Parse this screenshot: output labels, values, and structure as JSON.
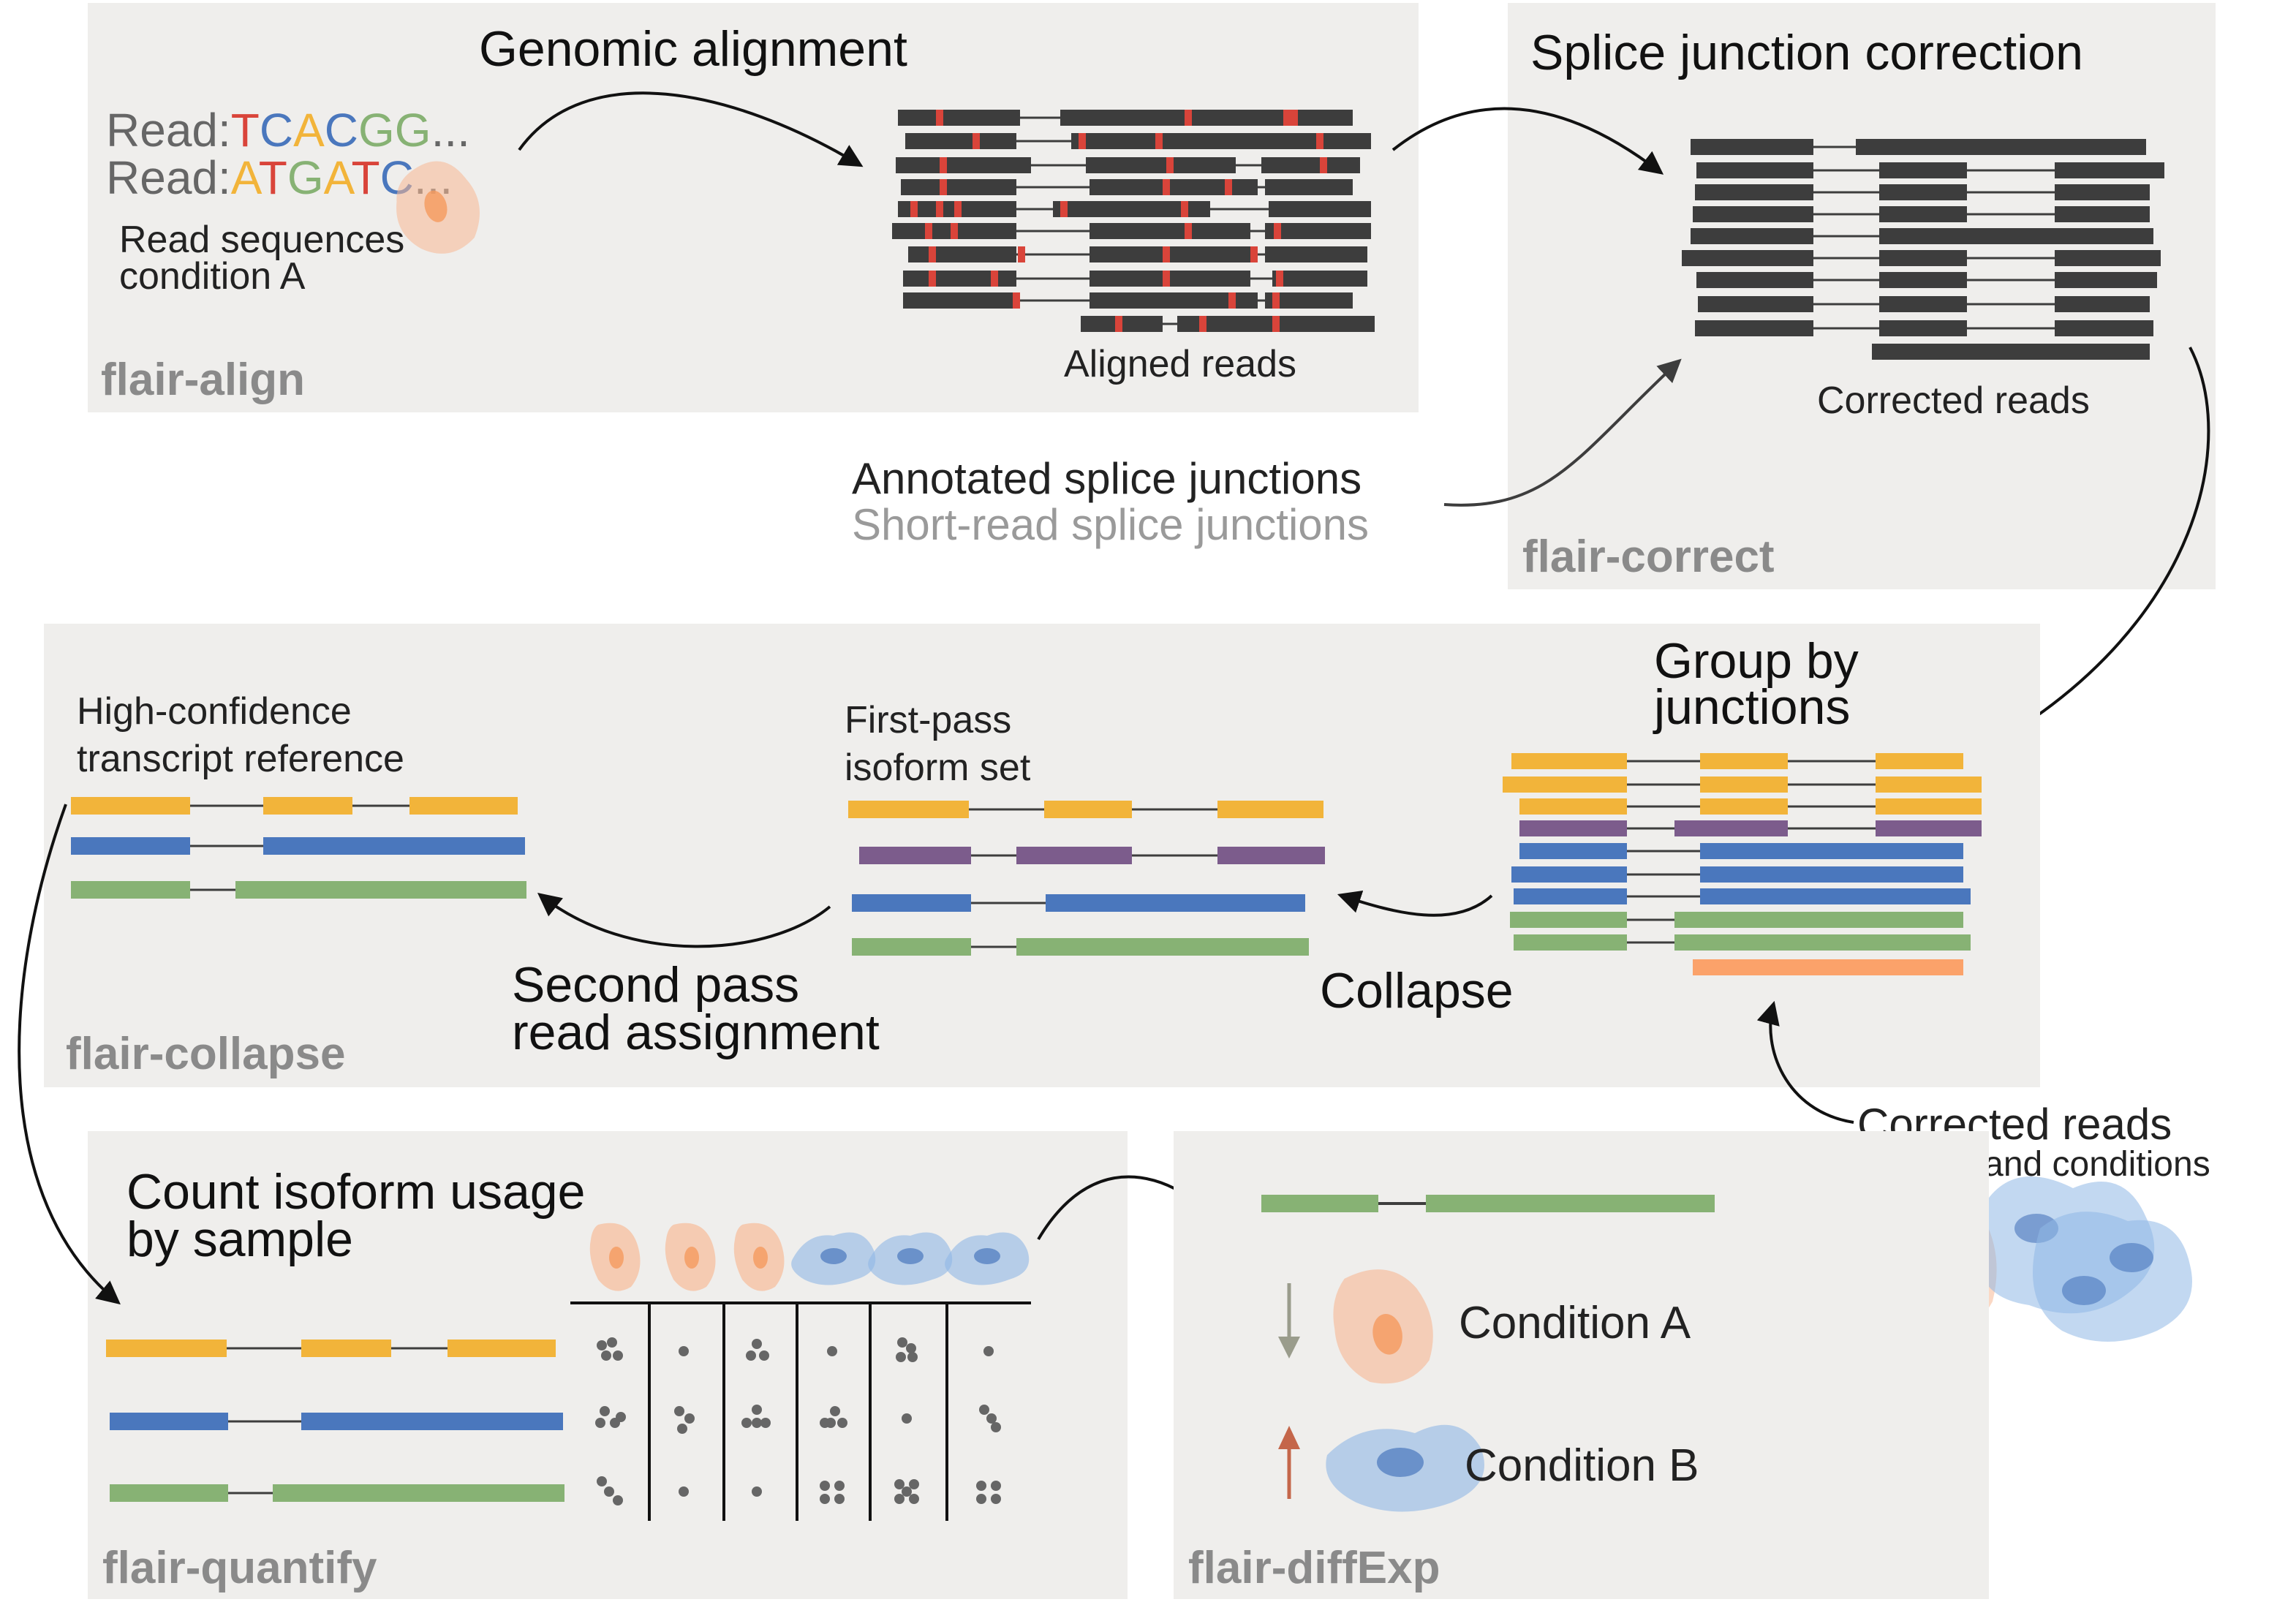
{
  "panels": {
    "align": {
      "name": "flair-align",
      "title": "Genomic alignment",
      "read1_prefix": "Read:",
      "read1_seq": "TCACGG...",
      "read2_prefix": "Read:",
      "read2_seq": "ATGATC...",
      "seq_note_1": "Read sequences",
      "seq_note_2": "condition A",
      "reads_caption": "Aligned reads"
    },
    "correct": {
      "name": "flair-correct",
      "title": "Splice junction correction",
      "reads_caption": "Corrected reads",
      "input_annotated": "Annotated splice junctions",
      "input_short": "Short-read splice junctions"
    },
    "collapse": {
      "name": "flair-collapse",
      "group_title_1": "Group by",
      "group_title_2": "junctions",
      "collapse_step": "Collapse",
      "firstpass_1": "First-pass",
      "firstpass_2": "isoform set",
      "second_pass_1": "Second pass",
      "second_pass_2": "read assignment",
      "reference_1": "High-confidence",
      "reference_2": "transcript reference"
    },
    "input_reads": {
      "line1": "Corrected reads",
      "line2": "all replicates and conditions"
    },
    "quantify": {
      "name": "flair-quantify",
      "title_1": "Count isoform usage",
      "title_2": "by sample"
    },
    "diffexp": {
      "name": "flair-diffExp",
      "condition_a": "Condition A",
      "condition_b": "Condition B"
    }
  },
  "colors": {
    "panel_bg": "#efeeec",
    "read_bar": "#3d3d3d",
    "mismatch": "#d9443a",
    "isoform_yellow": "#f2b43a",
    "isoform_purple": "#7c5c8c",
    "isoform_blue": "#4a77bd",
    "isoform_green": "#87b274",
    "isoform_orange": "#fba26a",
    "cell_orange": "#f7b894",
    "cell_blue": "#8fb8e6",
    "base_T": "#d9443a",
    "base_C": "#4a77bd",
    "base_A": "#f2b43a",
    "base_G": "#87b274",
    "gray_label": "#8a8a8a",
    "arrow_down": "#9a9c8c",
    "arrow_up": "#c4664a"
  },
  "icons": [
    "cell-icon",
    "arrow-icon",
    "dot-cluster-icon"
  ]
}
